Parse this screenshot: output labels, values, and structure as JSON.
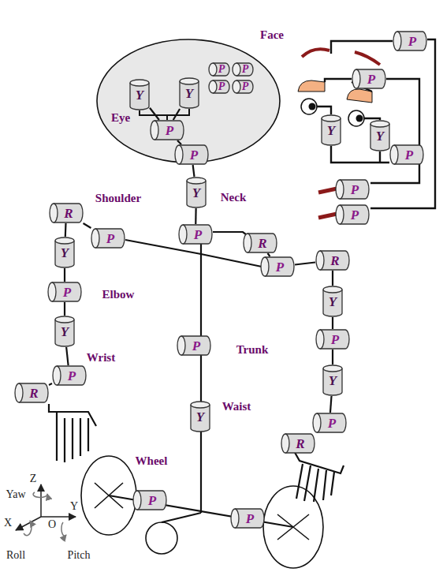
{
  "diagram": {
    "nodes": [
      {
        "text": [
          "Eye"
        ]
      },
      {
        "text": [
          "Y"
        ],
        "in": 0
      },
      {
        "text": [
          "Y"
        ],
        "in": 0
      },
      {
        "text": [
          "P"
        ],
        "in": 0
      },
      {
        "text": [
          "P"
        ],
        "in": 0
      },
      {
        "text": [
          "P"
        ],
        "in": 0
      },
      {
        "text": [
          "P"
        ],
        "in": 0
      },
      {
        "text": [
          "P"
        ],
        "in": 0
      },
      {
        "text": [
          "P"
        ]
      },
      {
        "text": [
          "Y"
        ]
      },
      {
        "text": [
          "P"
        ]
      },
      {
        "text": [
          "P"
        ]
      },
      {
        "text": [
          "P"
        ]
      },
      {
        "text": [
          "Y"
        ]
      },
      {
        "text": [
          "Y"
        ]
      },
      {
        "text": [
          "P"
        ]
      },
      {
        "text": [
          "P"
        ]
      },
      {
        "text": [
          "P"
        ]
      },
      {
        "text": [
          "R"
        ]
      },
      {
        "text": [
          "P"
        ]
      },
      {
        "text": [
          "Y"
        ]
      },
      {
        "text": [
          "P"
        ]
      },
      {
        "text": [
          "Y"
        ]
      },
      {
        "text": [
          "P"
        ]
      },
      {
        "text": [
          "R"
        ]
      },
      {
        "text": [
          "R"
        ]
      },
      {
        "text": [
          "P"
        ]
      },
      {
        "text": [
          "R"
        ]
      },
      {
        "text": [
          "Y"
        ]
      },
      {
        "text": [
          "P"
        ]
      },
      {
        "text": [
          "Y"
        ]
      },
      {
        "text": [
          "P"
        ]
      },
      {
        "text": [
          "R"
        ]
      },
      {
        "text": [
          "P"
        ]
      },
      {
        "text": [
          "Y"
        ]
      },
      {
        "text": [
          "P"
        ]
      },
      {
        "text": [
          "P"
        ]
      }
    ],
    "edges": [
      {
        "from": 1,
        "to": 3,
        "arrow": "none"
      },
      {
        "from": 2,
        "to": 3,
        "arrow": "none"
      },
      {
        "from": 3,
        "to": 8,
        "arrow": "none"
      },
      {
        "from": 8,
        "to": 9,
        "arrow": "none"
      },
      {
        "from": 9,
        "to": 10,
        "arrow": "none"
      },
      {
        "from": 19,
        "to": 18,
        "arrow": "none"
      },
      {
        "from": 18,
        "to": 20,
        "arrow": "none"
      },
      {
        "from": 20,
        "to": 21,
        "arrow": "none"
      },
      {
        "from": 21,
        "to": 22,
        "arrow": "none"
      },
      {
        "from": 22,
        "to": 23,
        "arrow": "none"
      },
      {
        "from": 23,
        "to": 24,
        "arrow": "none"
      },
      {
        "from": 25,
        "to": 26,
        "arrow": "none"
      },
      {
        "from": 26,
        "to": 27,
        "arrow": "none"
      },
      {
        "from": 27,
        "to": 28,
        "arrow": "none"
      },
      {
        "from": 28,
        "to": 29,
        "arrow": "none"
      },
      {
        "from": 29,
        "to": 30,
        "arrow": "none"
      },
      {
        "from": 30,
        "to": 31,
        "arrow": "none"
      },
      {
        "from": 31,
        "to": 32,
        "arrow": "none"
      }
    ],
    "labels": [
      "Face",
      "Shoulder",
      "Neck",
      "Elbow",
      "Trunk",
      "Wrist",
      "Waist",
      "Wheel",
      "Z",
      "Yaw",
      "X",
      "O",
      "Y",
      "Roll",
      "Pitch"
    ]
  }
}
